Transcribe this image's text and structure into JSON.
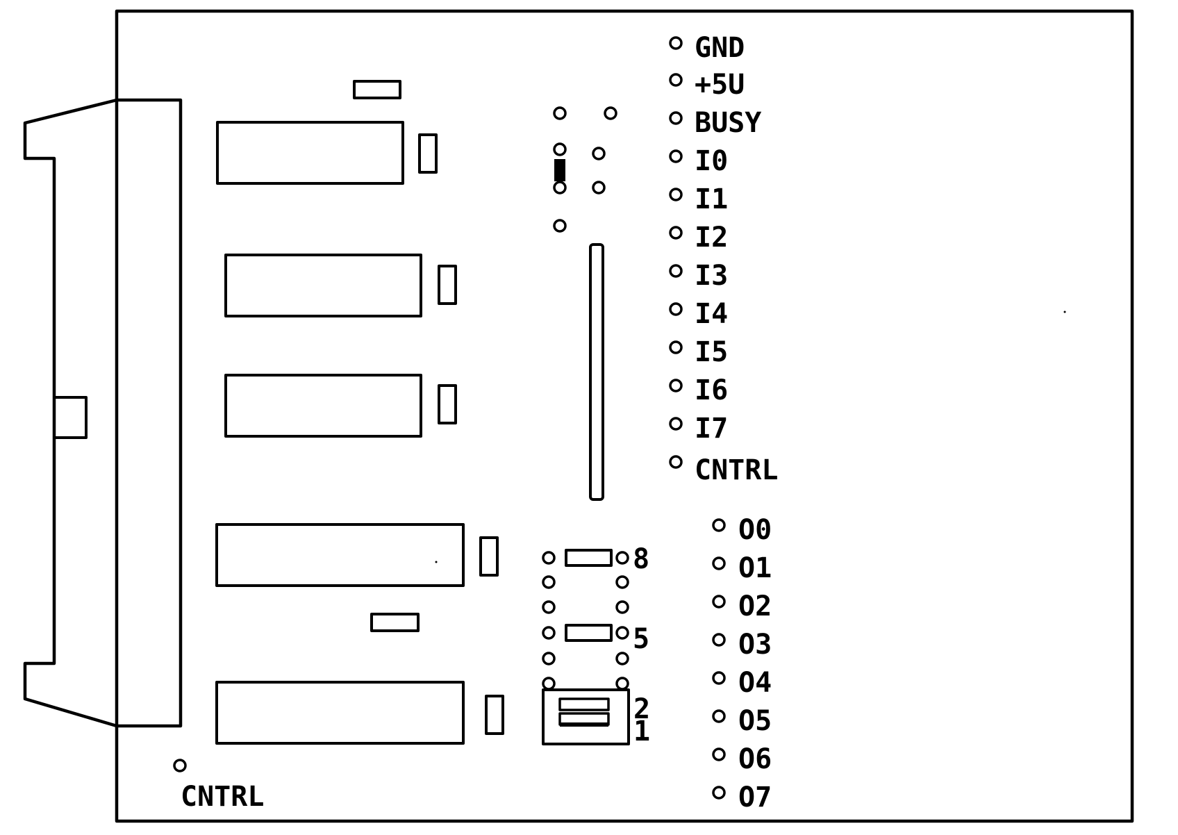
{
  "labels": {
    "gnd": "GND",
    "plus5v": "+5U",
    "busy": "BUSY",
    "inputs": [
      "I0",
      "I1",
      "I2",
      "I3",
      "I4",
      "I5",
      "I6",
      "I7"
    ],
    "cntrl_right": "CNTRL",
    "outputs": [
      "O0",
      "O1",
      "O2",
      "O3",
      "O4",
      "O5",
      "O6",
      "O7"
    ],
    "cntrl_bottom": "CNTRL",
    "pin_8": "8",
    "pin_5": "5",
    "pin_2": "2",
    "pin_1": "1"
  }
}
